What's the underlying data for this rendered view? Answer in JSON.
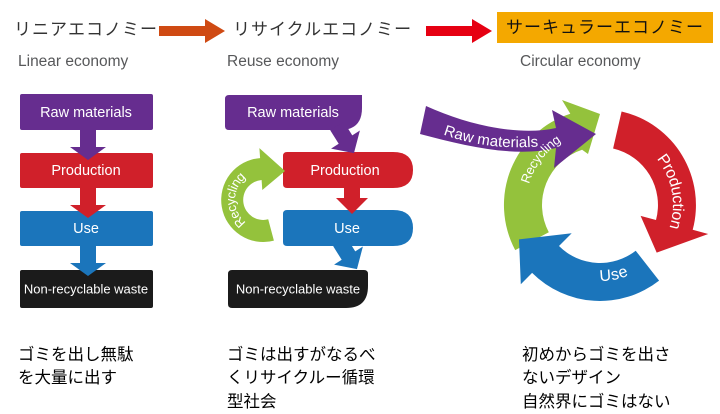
{
  "columns": [
    {
      "title_jp": "リニアエコノミー",
      "title_en": "Linear economy",
      "stages": {
        "raw": "Raw materials",
        "production": "Production",
        "use": "Use",
        "waste": "Non-recyclable waste"
      },
      "caption": "ゴミを出し無駄\nを大量に出す"
    },
    {
      "title_jp": "リサイクルエコノミー",
      "title_en": "Reuse economy",
      "stages": {
        "raw": "Raw materials",
        "production": "Production",
        "use": "Use",
        "waste": "Non-recyclable waste",
        "recycling": "Recycling"
      },
      "caption": "ゴミは出すがなるべ\nくリサイクルー循環\n型社会"
    },
    {
      "title_jp": "サーキュラーエコノミー",
      "title_en": "Circular economy",
      "stages": {
        "raw": "Raw materials",
        "production": "Production",
        "use": "Use",
        "recycling": "Recycling"
      },
      "caption": "初めからゴミを出さ\nないデザイン\n自然界にゴミはない"
    }
  ],
  "colors": {
    "purple": "#662d8f",
    "red": "#d0202a",
    "blue": "#1b75bb",
    "green": "#94c23c",
    "black_box": "#1b1b1b",
    "header_arrow_1": "#cf4a13",
    "header_arrow_2": "#e60012",
    "highlight_yellow": "#f4a800",
    "title_text": "#333333",
    "subtitle_text": "#57585a"
  }
}
